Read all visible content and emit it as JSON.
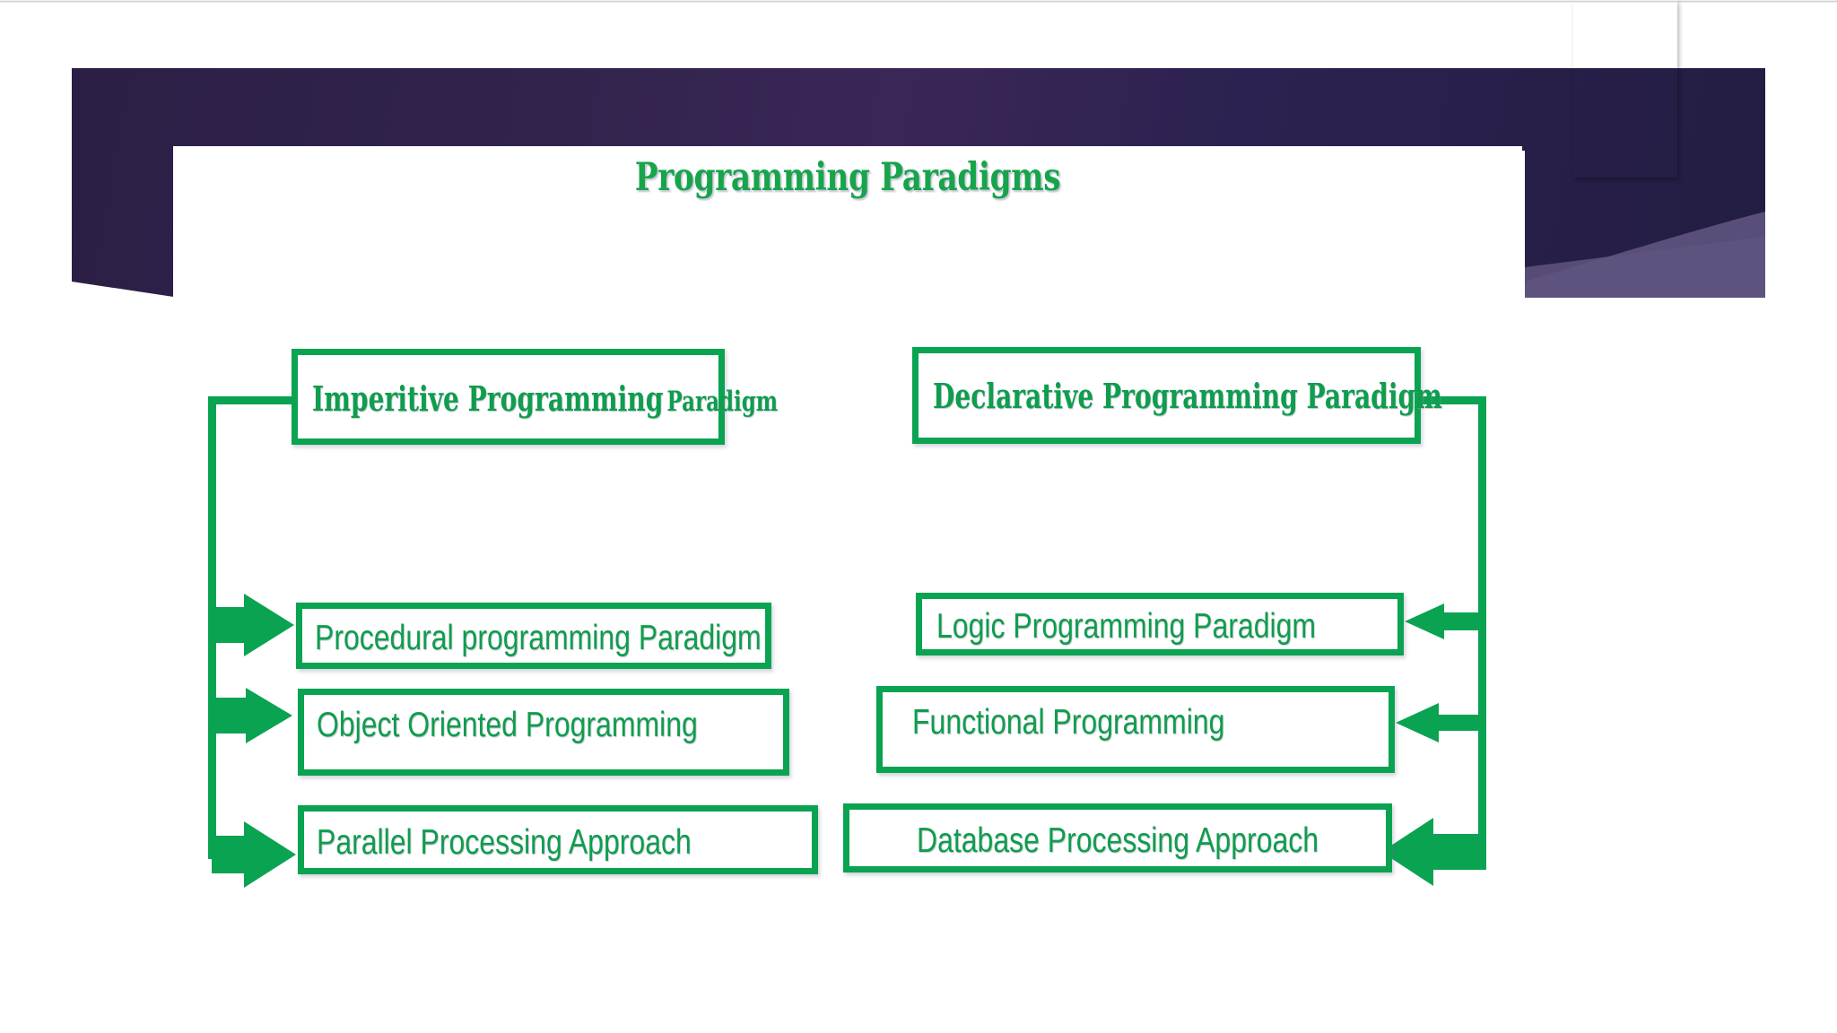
{
  "slide": {
    "title": "Programming Paradigms",
    "accent_green": "#0aa351",
    "title_green": "#17a44b",
    "banner_purple": "#2e2150",
    "banner_light_purple": "#5b4f78",
    "accent_pink": "#c20a62",
    "page_background": "#ffffff"
  },
  "diagram": {
    "left_branch": {
      "root": {
        "text_primary": "Imperitive Programming",
        "text_secondary": "Paradigm"
      },
      "children": [
        {
          "label": "Procedural programming Paradigm"
        },
        {
          "label": "Object Oriented Programming"
        },
        {
          "label": "Parallel Processing  Approach"
        }
      ]
    },
    "right_branch": {
      "root": {
        "text_primary": "Declarative Programming Paradigm",
        "text_secondary": ""
      },
      "children": [
        {
          "label": "Logic Programming Paradigm"
        },
        {
          "label": "Functional Programming"
        },
        {
          "label": "Database Processing Approach"
        }
      ]
    }
  },
  "icons": {
    "arrow_right": "arrow-right-icon",
    "arrow_left": "arrow-left-icon",
    "connector": "connector-line-icon"
  }
}
